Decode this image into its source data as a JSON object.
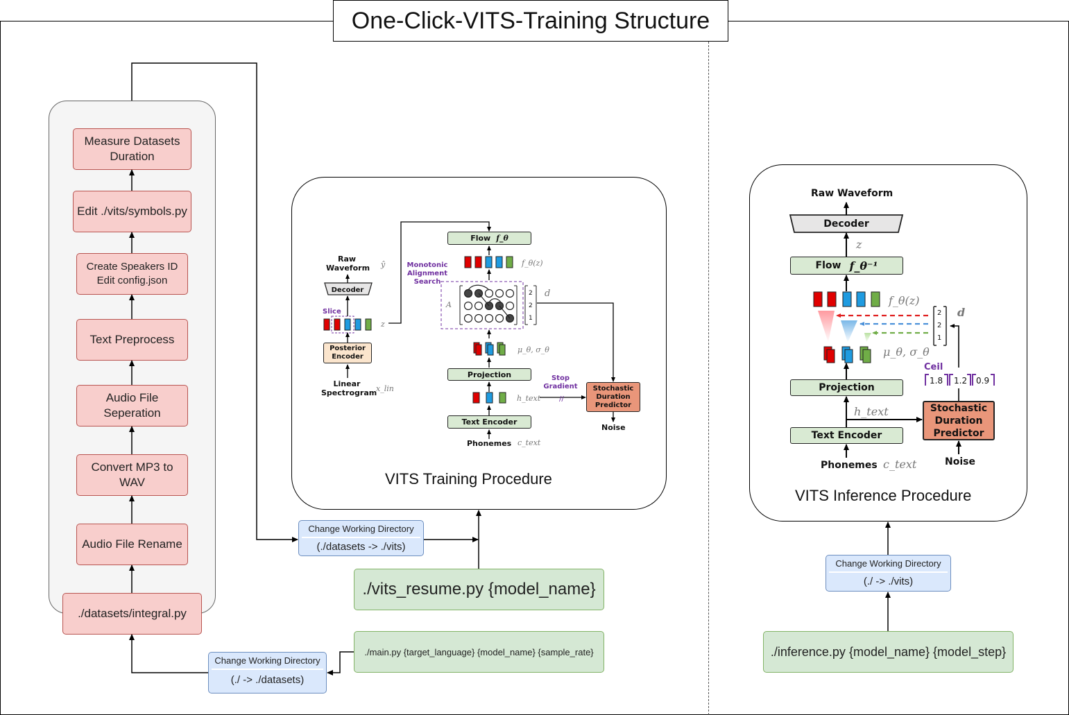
{
  "title": "One-Click-VITS-Training Structure",
  "pipeline": {
    "steps": [
      "Measure Datasets Duration",
      "Edit ./vits/symbols.py",
      "Create Speakers ID Edit config.json",
      "Text Preprocess",
      "Audio File Seperation",
      "Convert MP3 to WAV",
      "Audio File Rename",
      "./datasets/integral.py"
    ]
  },
  "cwd_boxes": {
    "to_datasets": {
      "label": "Change Working Directory",
      "path": "(./ -> ./datasets)"
    },
    "to_vits": {
      "label": "Change Working Directory",
      "path": "(./datasets -> ./vits)"
    },
    "inference": {
      "label": "Change Working Directory",
      "path": "(./ -> ./vits)"
    }
  },
  "commands": {
    "main": "./main.py {target_language} {model_name} {sample_rate}",
    "resume": "./vits_resume.py {model_name}",
    "inference": "./inference.py {model_name} {model_step}"
  },
  "training": {
    "label": "VITS Training Procedure",
    "raw_waveform": "Raw Waveform",
    "y_hat": "ŷ",
    "decoder": "Decoder",
    "slice": "Slice",
    "z": "z",
    "posterior_encoder": "Posterior Encoder",
    "linear_spectrogram": "Linear Spectrogram",
    "x_lin": "x_lin",
    "flow": "Flow",
    "f_theta": "f_θ",
    "f_theta_z": "f_θ(z)",
    "mas": "Monotonic Alignment Search",
    "A": "A",
    "d": "d",
    "d_values": [
      "2",
      "2",
      "1"
    ],
    "mu_sigma": "μ_θ, σ_θ",
    "projection": "Projection",
    "h_text": "h_text",
    "text_encoder": "Text Encoder",
    "phonemes": "Phonemes",
    "c_text": "c_text",
    "stop_gradient": "Stop Gradient",
    "sdp": "Stochastic Duration Predictor",
    "noise": "Noise"
  },
  "inference": {
    "label": "VITS Inference Procedure",
    "raw_waveform": "Raw Waveform",
    "decoder": "Decoder",
    "z": "z",
    "flow": "Flow",
    "f_theta_inv": "f_θ⁻¹",
    "f_theta_z": "f_θ(z)",
    "d": "d",
    "d_values": [
      "2",
      "2",
      "1"
    ],
    "mu_sigma": "μ_θ, σ_θ",
    "projection": "Projection",
    "ceil": "Ceil",
    "ceil_values": [
      "1.8",
      "1.2",
      "0.9"
    ],
    "h_text": "h_text",
    "text_encoder": "Text Encoder",
    "sdp": "Stochastic Duration Predictor",
    "phonemes": "Phonemes",
    "c_text": "c_text",
    "noise": "Noise"
  },
  "colors": {
    "step_fill": "#f8cecc",
    "step_border": "#b85450",
    "cwd_fill": "#dae8fc",
    "cwd_border": "#6c8ebf",
    "cmd_fill": "#d5e8d4",
    "cmd_border": "#82b366",
    "pipeline_bg": "#f5f5f5",
    "latent_red": "#e00000",
    "latent_blue": "#1f9be0",
    "latent_green": "#70ad47",
    "purple": "#7030a0"
  }
}
